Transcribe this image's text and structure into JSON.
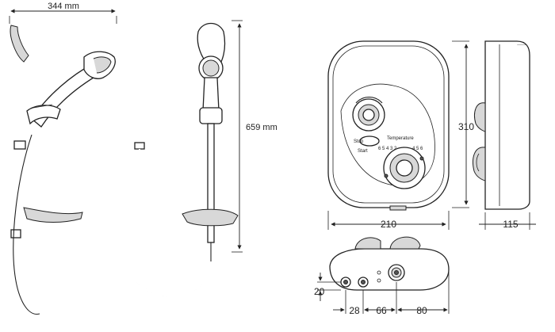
{
  "dimensions": {
    "kit_width": "344 mm",
    "kit_height": "659 mm",
    "unit_height": "310",
    "unit_width": "210",
    "unit_depth": "115",
    "pipe_height": "20",
    "pipe_spacing_1": "28",
    "pipe_spacing_2": "66",
    "pipe_spacing_3": "80"
  },
  "panel": {
    "stop_label": "Stop",
    "start_label": "Start",
    "temperature_label": "Temperature",
    "scale_left": "6 5 4 3 2",
    "scale_right": "4 5 6"
  },
  "colors": {
    "line": "#222222",
    "fill": "#ffffff",
    "shade": "#d8d8d8"
  }
}
